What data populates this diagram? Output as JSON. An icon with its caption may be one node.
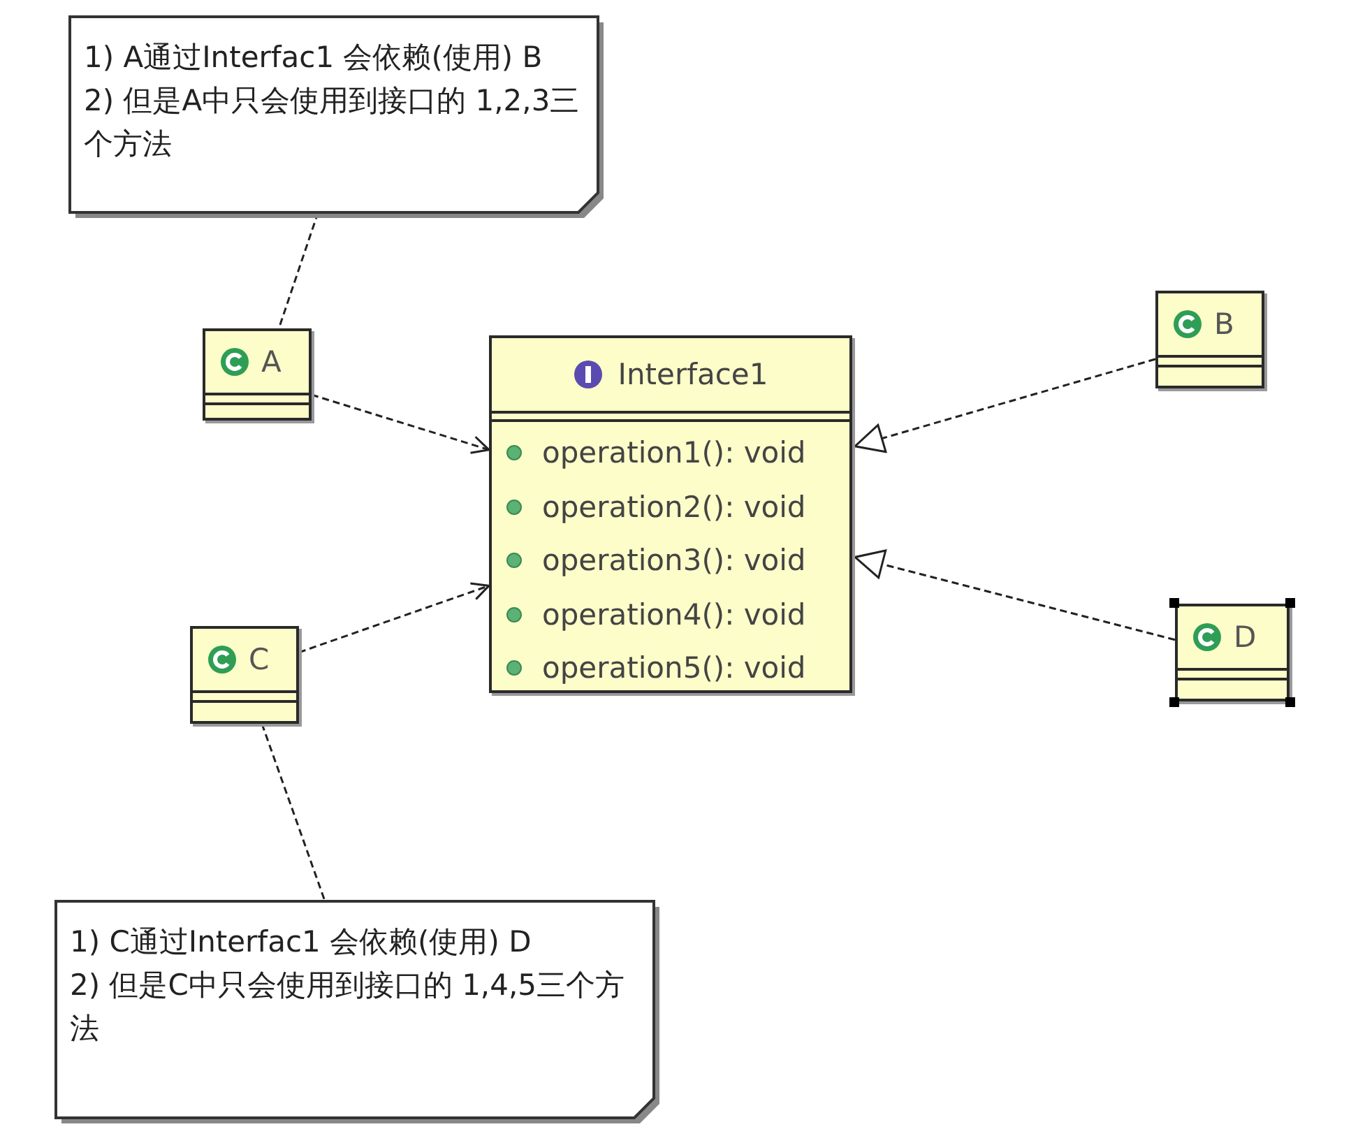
{
  "diagram": {
    "nodes": [
      {
        "text": [
          "1) A通过Interfac1 会依赖(使用) B",
          "2) 但是A中只会使用到接口的 1,2,3三个方法"
        ]
      },
      {
        "text": [
          "A"
        ]
      },
      {
        "text": [
          "Interface1",
          "operation1(): void",
          "operation2(): void",
          "operation3(): void",
          "operation4(): void",
          "operation5(): void"
        ]
      },
      {
        "text": [
          "B"
        ]
      },
      {
        "text": [
          "C"
        ]
      },
      {
        "text": [
          "D"
        ]
      },
      {
        "text": [
          "1) C通过Interfac1 会依赖(使用) D",
          "2) 但是C中只会使用到接口的 1,4,5三个方法"
        ]
      }
    ],
    "edges": [
      {
        "from": 0,
        "to": 1,
        "arrow": "none",
        "style": "dashed"
      },
      {
        "from": 1,
        "to": 2,
        "arrow": "to",
        "style": "dashed"
      },
      {
        "from": 3,
        "to": 2,
        "arrow": "to",
        "style": "dashed"
      },
      {
        "from": 5,
        "to": 2,
        "arrow": "to",
        "style": "dashed"
      },
      {
        "from": 4,
        "to": 2,
        "arrow": "to",
        "style": "dashed"
      },
      {
        "from": 4,
        "to": 6,
        "arrow": "none",
        "style": "dashed"
      }
    ]
  }
}
